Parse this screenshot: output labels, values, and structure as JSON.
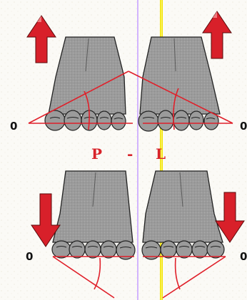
{
  "labels": {
    "zero": "0",
    "p": "P",
    "dash": "-",
    "l": "L"
  },
  "colors": {
    "background": "#fbfaf6",
    "foot_fill": "#9b9b9b",
    "foot_stroke": "#222222",
    "red": "#e0202a",
    "arrow_red": "#c8202a",
    "yellow_line": "#f2e400",
    "purple_line": "#c9a2ff"
  },
  "icons": {
    "arrows_top": "arrow-up-icon",
    "arrows_bottom": "arrow-down-icon"
  }
}
